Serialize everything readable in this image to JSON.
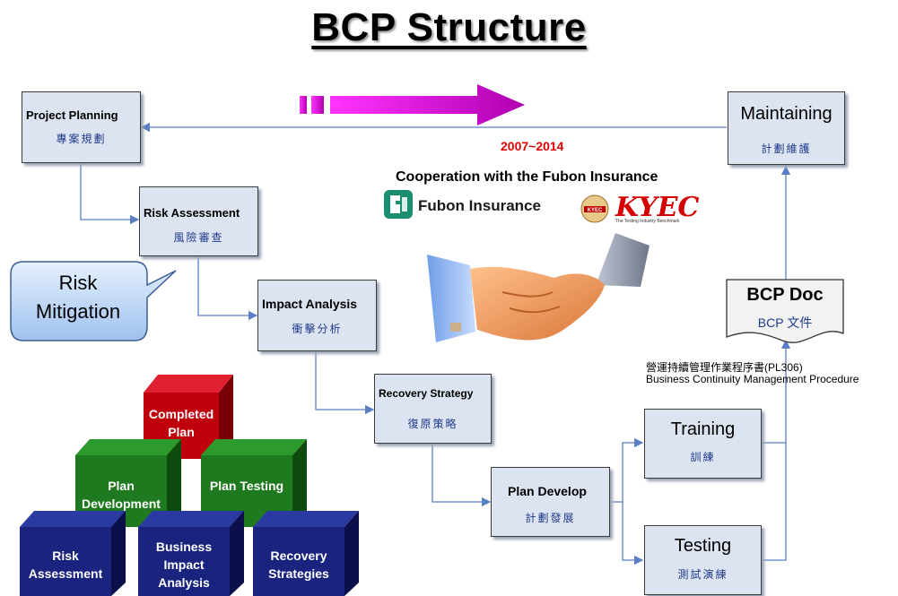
{
  "title": "BCP Structure",
  "date_range": "2007~2014",
  "cooperation": "Cooperation with the Fubon Insurance",
  "partners": {
    "fubon": "Fubon Insurance",
    "kyec": "KYEC",
    "kyec_tagline": "The Testing Industry Benchmark"
  },
  "boxes": {
    "project_planning": {
      "en": "Project Planning",
      "zh": "專案規劃"
    },
    "risk_assessment": {
      "en": "Risk Assessment",
      "zh": "風險審查"
    },
    "impact_analysis": {
      "en": "Impact Analysis",
      "zh": "衝擊分析"
    },
    "recovery_strategy": {
      "en": "Recovery Strategy",
      "zh": "復原策略"
    },
    "plan_develop": {
      "en": "Plan Develop",
      "zh": "計劃發展"
    },
    "training": {
      "en": "Training",
      "zh": "訓練"
    },
    "testing": {
      "en": "Testing",
      "zh": "測試演練"
    },
    "maintaining": {
      "en": "Maintaining",
      "zh": "計劃維護"
    }
  },
  "bcp_doc": {
    "en": "BCP Doc",
    "zh": "BCP 文件"
  },
  "procedure": {
    "zh": "營運持續管理作業程序書(PL306)",
    "en": "Business Continuity Management Procedure"
  },
  "bubble": {
    "line1": "Risk",
    "line2": "Mitigation"
  },
  "pyramid": {
    "top": "Completed Plan",
    "mid_left": "Plan Development",
    "mid_right": "Plan Testing",
    "bot_left": "Risk Assessment",
    "bot_mid": "Business Impact Analysis",
    "bot_right": "Recovery Strategies"
  },
  "colors": {
    "box_fill": "#dde4f1",
    "arrow_line": "#5b7fc6",
    "magenta_arrow": "#cc00cc",
    "cube_red": "#c0000c",
    "cube_green": "#1f7a1f",
    "cube_navy": "#1a237e",
    "date_red": "#e00000"
  },
  "icons": [
    "fubon-logo-icon",
    "kyec-logo-icon",
    "handshake-image"
  ]
}
